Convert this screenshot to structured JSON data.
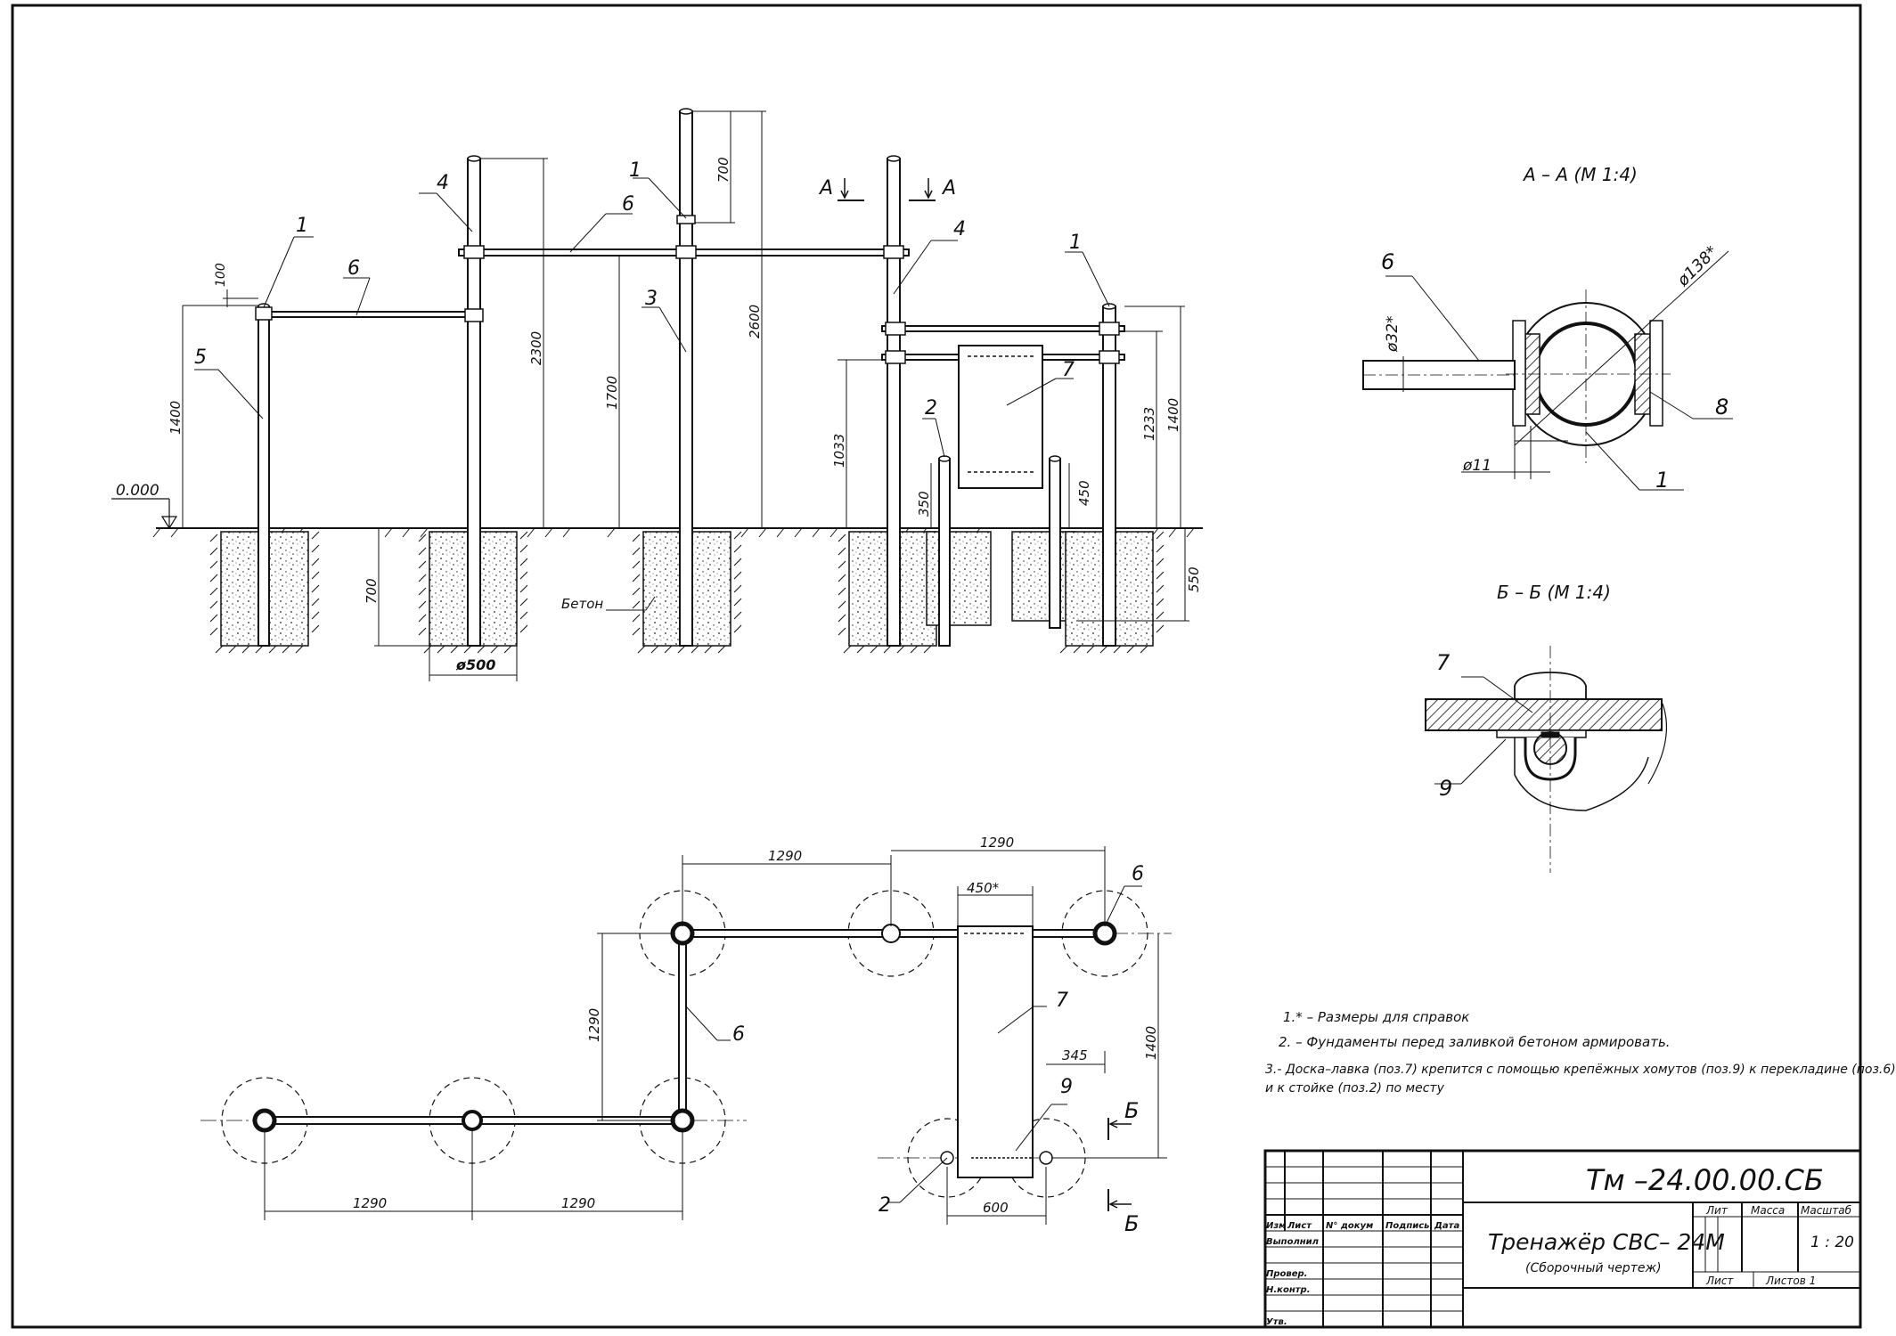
{
  "elevation": {
    "zero_level": "0.000",
    "concrete_label": "Бетон",
    "pit_diameter": "ø500",
    "part_numbers": {
      "p1a": "1",
      "p1b": "1",
      "p1c": "1",
      "p2": "2",
      "p3": "3",
      "p4a": "4",
      "p4b": "4",
      "p5": "5",
      "p6a": "6",
      "p6b": "6",
      "p7": "7"
    },
    "dims": {
      "d100": "100",
      "d1400a": "1400",
      "d2300": "2300",
      "d1700": "1700",
      "d2600": "2600",
      "d700top": "700",
      "d1033": "1033",
      "d350": "350",
      "d450": "450",
      "d1233": "1233",
      "d1400b": "1400",
      "d550": "550",
      "d700pit": "700"
    },
    "section_a_left": "А",
    "section_a_right": "А"
  },
  "plan": {
    "dims": {
      "d1290top1": "1290",
      "d1290top2": "1290",
      "d1290vert": "1290",
      "d1290bot1": "1290",
      "d1290bot2": "1290",
      "d450star": "450*",
      "d1400": "1400",
      "d345": "345",
      "d600": "600"
    },
    "part_numbers": {
      "p6a": "6",
      "p6b": "6",
      "p7": "7",
      "p9": "9",
      "p2": "2"
    },
    "section_b_top": "Б",
    "section_b_bottom": "Б"
  },
  "section_aa": {
    "title": "А – А (М 1:4)",
    "labels": {
      "p6": "6",
      "p8": "8",
      "p1": "1"
    },
    "dims": {
      "d32": "ø32*",
      "d138": "ø138*",
      "d11": "ø11"
    }
  },
  "section_bb": {
    "title": "Б – Б (М 1:4)",
    "labels": {
      "p7": "7",
      "p9": "9"
    }
  },
  "notes": [
    "1.* – Размеры для справок",
    "2. – Фундаменты перед заливкой бетоном армировать.",
    "3.- Доска–лавка (поз.7) крепится с помощью крепёжных хомутов (поз.9) к перекладине  (поз.6)",
    "и к стойке (поз.2) по месту"
  ],
  "title_block": {
    "doc_number": "Тм –24.00.00.СБ",
    "name": "Тренажёр СВС– 24М",
    "subname": "(Сборочный чертеж)",
    "lit": "Лит",
    "mass": "Масса",
    "scale_label": "Масштаб",
    "scale": "1 : 20",
    "sheet": "Лист",
    "sheets": "Листов 1",
    "col_izm": "Изм",
    "col_list": "Лист",
    "col_doc": "N° докум",
    "col_sign": "Подпись",
    "col_date": "Дата",
    "row_vypolnil": "Выполнил",
    "row_prover": "Провер.",
    "row_nkontr": "Н.контр.",
    "row_utv": "Утв."
  }
}
